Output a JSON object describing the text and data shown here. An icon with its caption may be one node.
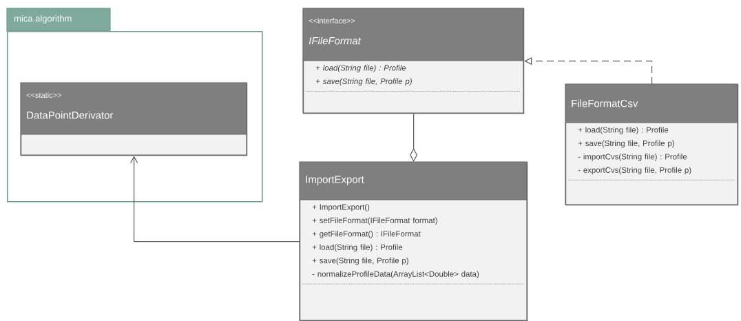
{
  "diagram": {
    "nodes": [
      {
        "text": [
          "mica.algorithm"
        ]
      },
      {
        "text": [
          "<<static>>",
          "DataPointDerivator"
        ],
        "in": 0
      },
      {
        "text": [
          "<<interface>>",
          "IFileFormat",
          "+ load(String file) : Profile",
          "+ save(String file, Profile p)"
        ]
      },
      {
        "text": [
          "FileFormatCsv",
          "+ load(String file) : Profile",
          "+ save(String file, Profile p)",
          "- importCvs(String file) : Profile",
          "- exportCvs(String file, Profile p)"
        ]
      },
      {
        "text": [
          "ImportExport",
          "+ ImportExport()",
          "+ setFileFormat(IFileFormat format)",
          "+ getFileFormat() : IFileFormat",
          "+ load(String file) : Profile",
          "+ save(String file, Profile p)",
          "- normalizeProfileData(ArrayList<Double> data)"
        ]
      }
    ],
    "edges": [
      {
        "from": 4,
        "to": 1,
        "arrow": "to"
      },
      {
        "from": 3,
        "to": 2,
        "arrow": "to",
        "style": "dashed"
      },
      {
        "from": 2,
        "to": 4,
        "arrow": "other"
      }
    ]
  }
}
